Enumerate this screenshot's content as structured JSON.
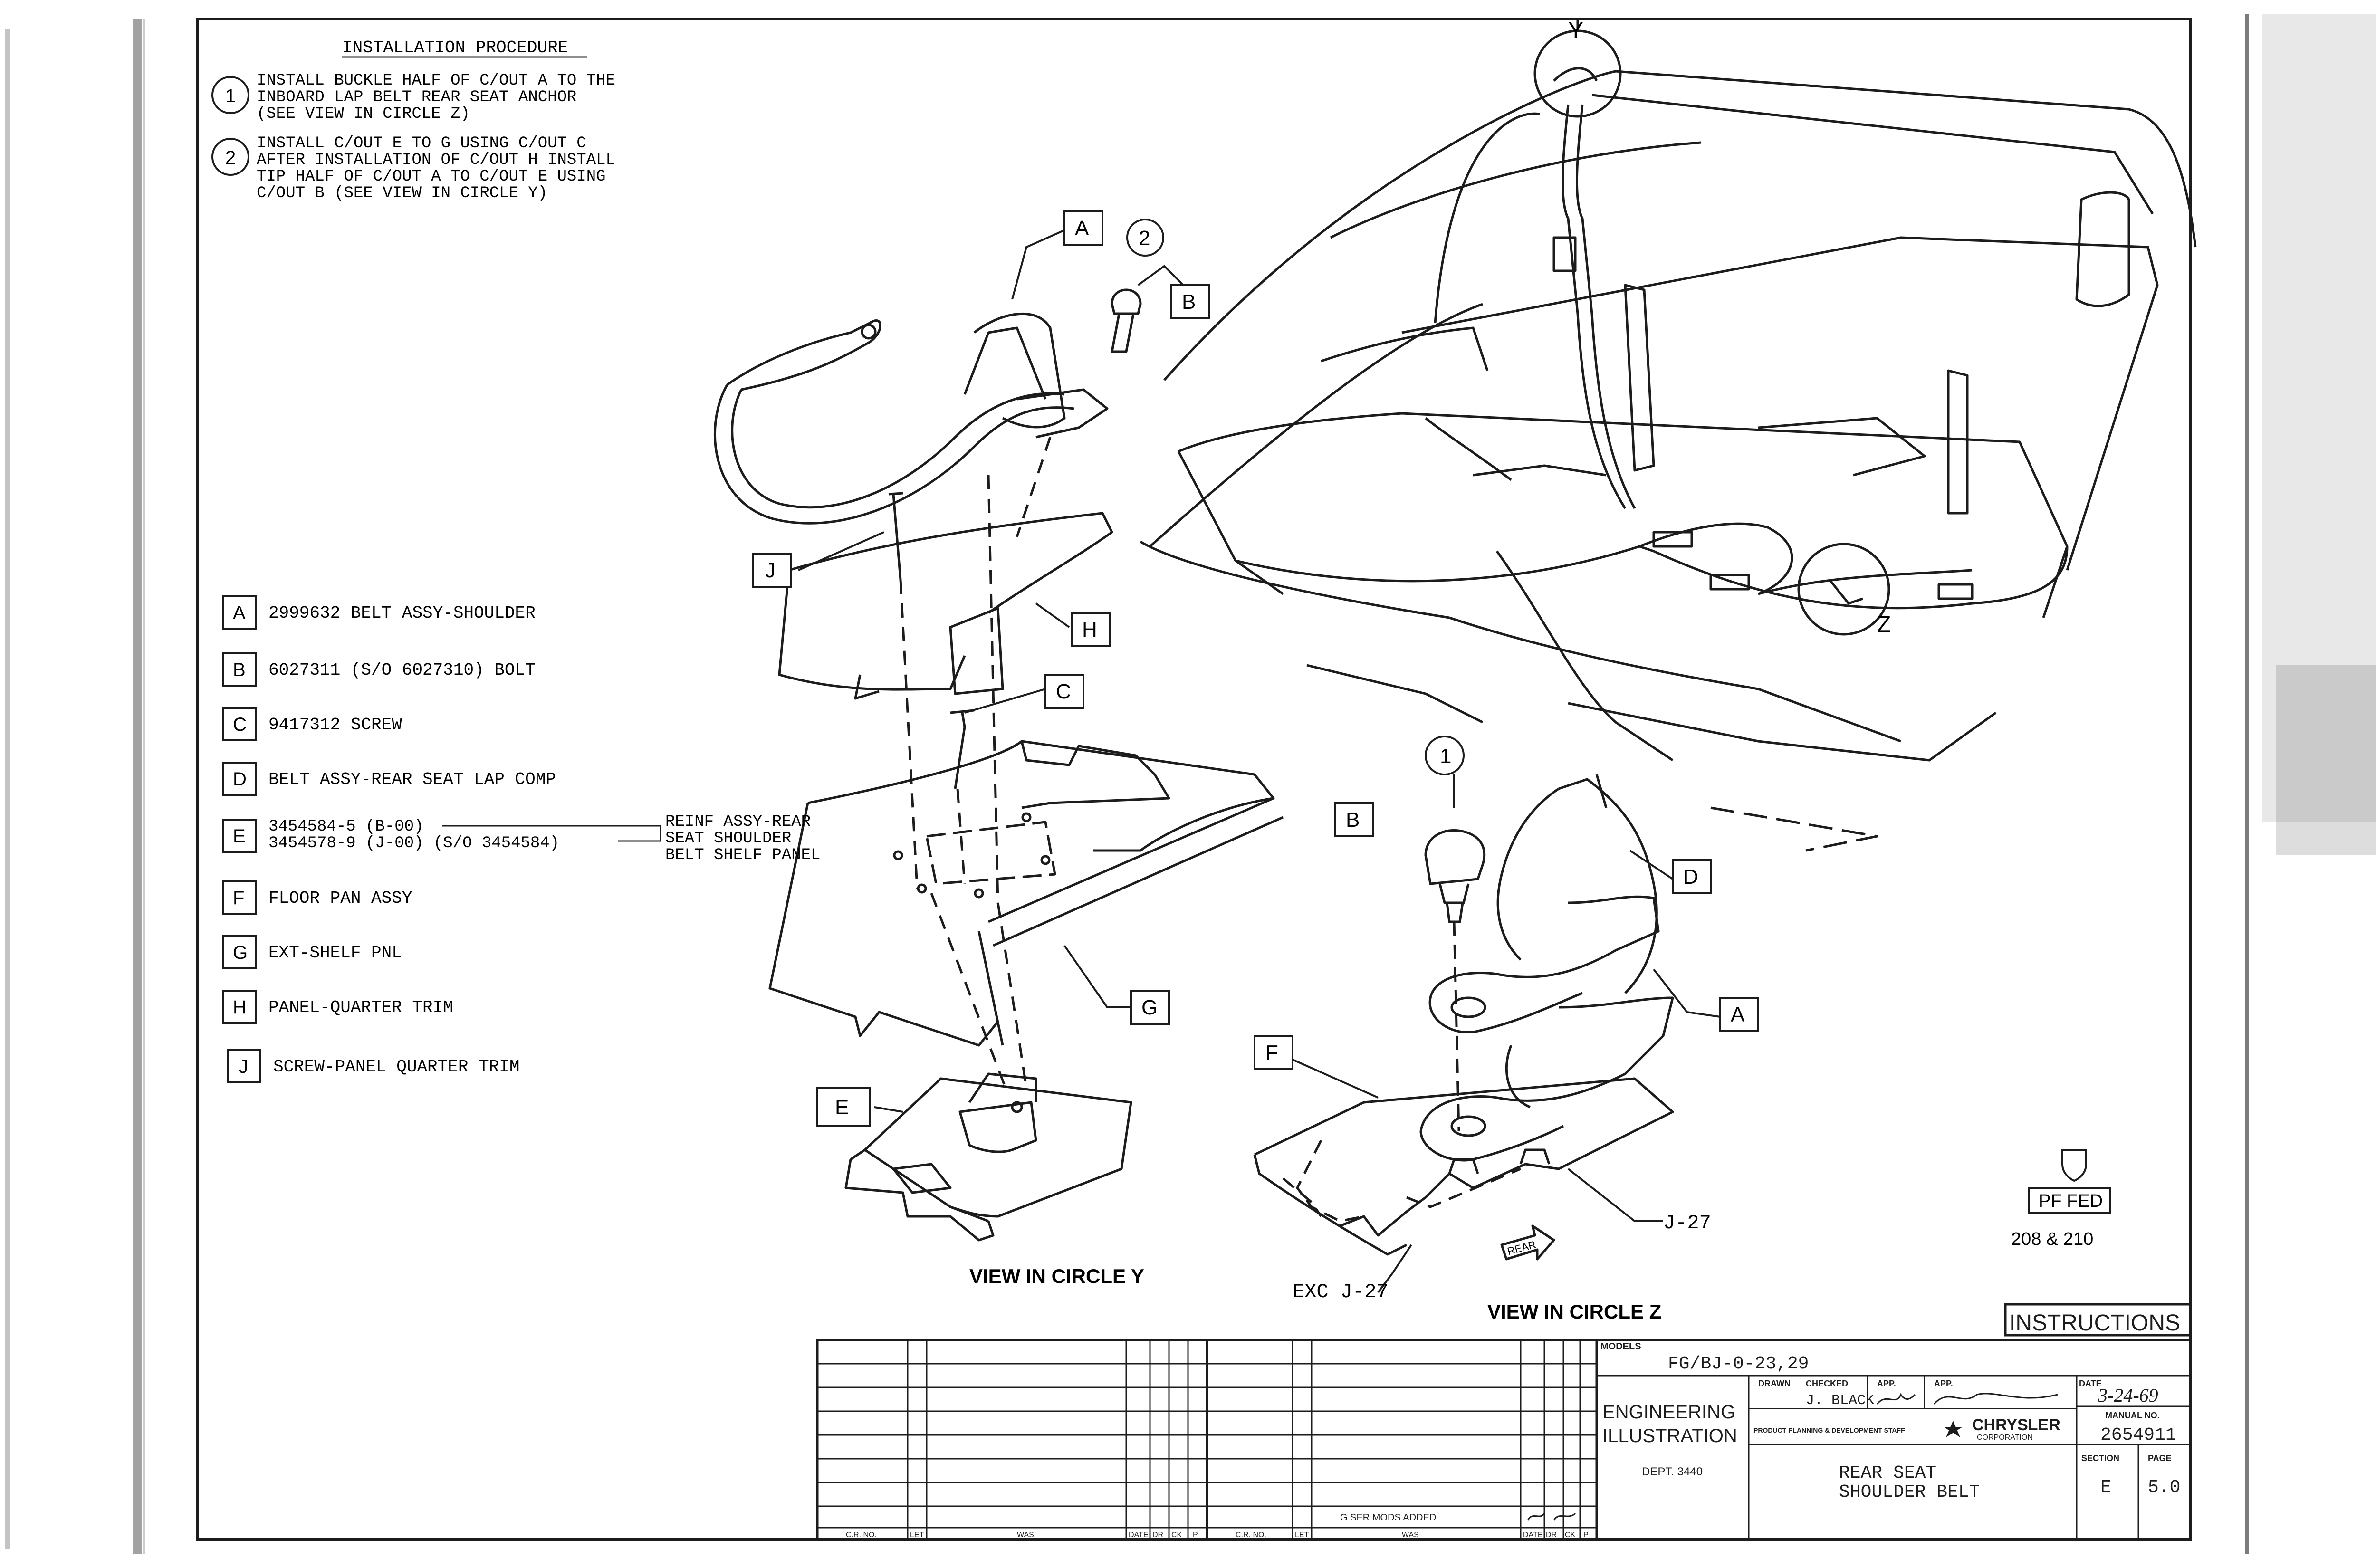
{
  "procedure": {
    "title": "INSTALLATION PROCEDURE",
    "steps": [
      {
        "num": "1",
        "lines": [
          "INSTALL BUCKLE HALF OF C/OUT A TO THE",
          "INBOARD LAP BELT REAR SEAT ANCHOR",
          "(SEE VIEW IN CIRCLE Z)"
        ]
      },
      {
        "num": "2",
        "lines": [
          "INSTALL C/OUT E TO G USING C/OUT C",
          "AFTER INSTALLATION OF C/OUT H INSTALL",
          "TIP HALF OF C/OUT A TO C/OUT E USING",
          "C/OUT B (SEE VIEW IN CIRCLE Y)"
        ]
      }
    ]
  },
  "parts": [
    {
      "key": "A",
      "desc": "2999632 BELT ASSY-SHOULDER"
    },
    {
      "key": "B",
      "desc": "6027311 (S/O 6027310) BOLT"
    },
    {
      "key": "C",
      "desc": "9417312 SCREW"
    },
    {
      "key": "D",
      "desc": "BELT ASSY-REAR SEAT LAP COMP"
    },
    {
      "key": "E",
      "desc": "3454584-5 (B-00)",
      "desc2": "3454578-9 (J-00)  (S/O 3454584)"
    },
    {
      "key": "F",
      "desc": "FLOOR PAN ASSY"
    },
    {
      "key": "G",
      "desc": "EXT-SHELF PNL"
    },
    {
      "key": "H",
      "desc": "PANEL-QUARTER TRIM"
    },
    {
      "key": "J",
      "desc": "SCREW-PANEL QUARTER TRIM"
    }
  ],
  "reinf_note": [
    "REINF ASSY-REAR",
    "SEAT SHOULDER",
    "BELT SHELF PANEL"
  ],
  "views": {
    "circle_y": "VIEW IN CIRCLE Y",
    "circle_z": "VIEW IN CIRCLE Z",
    "circle_y_letter": "Y",
    "circle_z_letter": "Z"
  },
  "callouts": {
    "A": "A",
    "B": "B",
    "C": "C",
    "D": "D",
    "E": "E",
    "F": "F",
    "G": "G",
    "H": "H",
    "J": "J",
    "step1": "1",
    "step2": "2",
    "j27": "J-27",
    "exc_j27": "EXC J-27",
    "rear": "REAR"
  },
  "badge": {
    "text": "PF FED",
    "models": "208 & 210"
  },
  "title_block": {
    "instructions": "INSTRUCTIONS",
    "models_label": "MODELS",
    "models_value": "FG/BJ-0-23,29",
    "engineering": "ENGINEERING",
    "illustration": "ILLUSTRATION",
    "dept": "DEPT. 3440",
    "drawn_label": "DRAWN",
    "checked_label": "CHECKED",
    "checked_value": "J. BLACK",
    "app_label": "APP.",
    "date_label": "DATE",
    "date_value": "3-24-69",
    "staff": "PRODUCT PLANNING & DEVELOPMENT STAFF",
    "company": "CHRYSLER",
    "corporation": "CORPORATION",
    "manual_label": "MANUAL NO.",
    "manual_value": "2654911",
    "title1": "REAR SEAT",
    "title2": "SHOULDER BELT",
    "section_label": "SECTION",
    "section_value": "E",
    "page_label": "PAGE",
    "page_value": "5.0",
    "rev_note": "G SER MODS ADDED",
    "rev_cols": [
      "C.R. NO.",
      "LET",
      "WAS",
      "DATE",
      "DR",
      "CK",
      "P",
      "C.R. NO.",
      "LET",
      "WAS",
      "DATE",
      "DR",
      "CK",
      "P"
    ]
  }
}
